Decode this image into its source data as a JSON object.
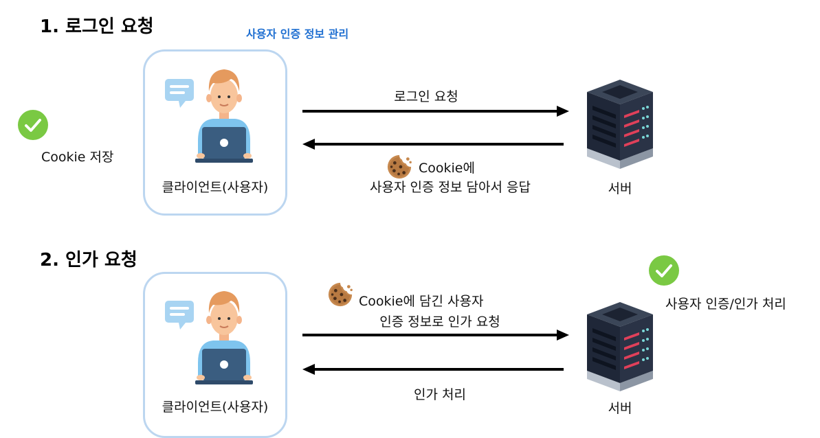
{
  "section1": {
    "heading": "1. 로그인 요청",
    "client_note": "사용자 인증 정보 관리",
    "client_label": "클라이언트(사용자)",
    "server_label": "서버",
    "request_label": "로그인 요청",
    "response_line1": "Cookie에",
    "response_line2": "사용자 인증 정보 담아서 응답",
    "client_status": "Cookie 저장"
  },
  "section2": {
    "heading": "2. 인가 요청",
    "client_label": "클라이언트(사용자)",
    "server_label": "서버",
    "request_line1": "Cookie에 담긴 사용자",
    "request_line2": "인증 정보로 인가 요청",
    "response_label": "인가 처리",
    "server_status": "사용자 인증/인가 처리"
  },
  "colors": {
    "box_border": "#bcd6f0",
    "note_blue": "#1f6fd1",
    "check_green": "#7ac943",
    "arrow": "#000000"
  },
  "icons": [
    "check-icon",
    "user-laptop-icon",
    "chat-bubble-icon",
    "server-icon",
    "cookie-icon"
  ]
}
